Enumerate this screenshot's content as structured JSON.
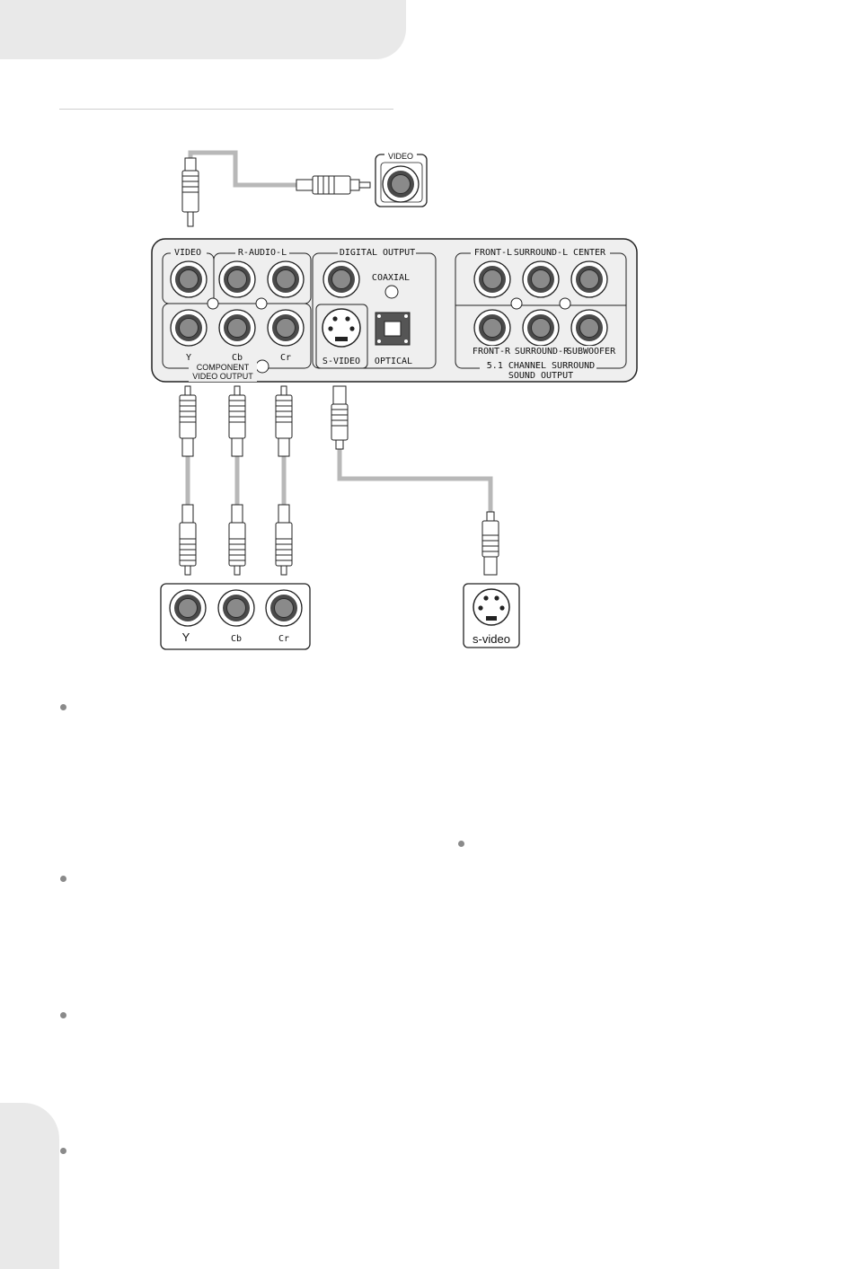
{
  "labels": {
    "tv_video": "VIDEO",
    "video": "VIDEO",
    "r_audio_l": "R-AUDIO-L",
    "digital_output": "DIGITAL OUTPUT",
    "coaxial": "COAXIAL",
    "s_video_port": "S-VIDEO",
    "optical": "OPTICAL",
    "y": "Y",
    "cb": "Cb",
    "cr": "Cr",
    "component_line1": "COMPONENT",
    "component_line2": "VIDEO OUTPUT",
    "front_l": "FRONT-L",
    "surround_l": "SURROUND-L",
    "center": "CENTER",
    "front_r": "FRONT-R",
    "surround_r": "SURROUND-R",
    "subwoofer": "SUBWOOFER",
    "surround_line1": "5.1 CHANNEL SURROUND",
    "surround_line2": "SOUND OUTPUT",
    "tv_y": "Y",
    "tv_cb": "Cb",
    "tv_cr": "Cr",
    "tv_svideo": "s-video"
  },
  "colors": {
    "panel_fill": "#efefef",
    "cable": "#b8b8b8",
    "jack_outer": "#4a4a4a",
    "jack_inner": "#8a8a8a",
    "header_tab": "#e9e9e9",
    "bullet": "#8a8a8a"
  }
}
